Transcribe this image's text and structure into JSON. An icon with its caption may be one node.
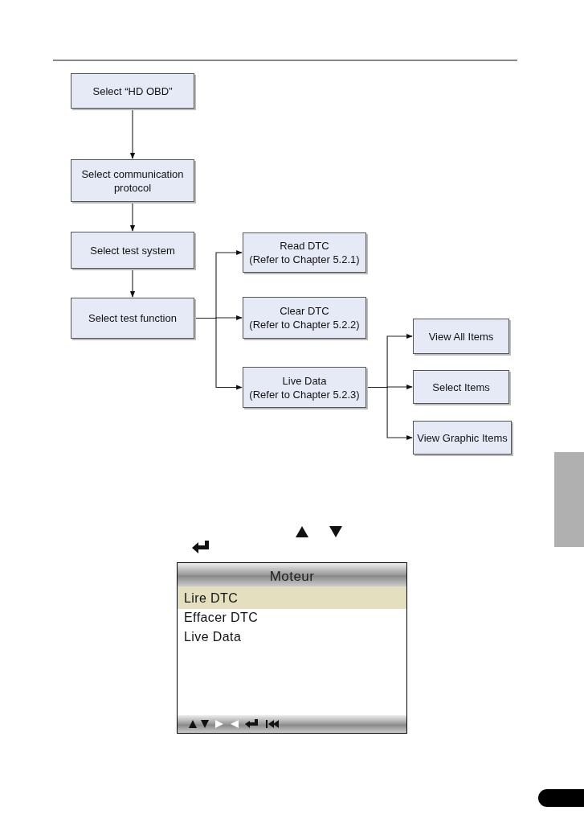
{
  "diagram": {
    "nodes": [
      {
        "text": [
          "Select “HD OBD”"
        ]
      },
      {
        "text": [
          "Select communication protocol"
        ]
      },
      {
        "text": [
          "Select test system"
        ]
      },
      {
        "text": [
          "Select test function"
        ]
      },
      {
        "text": [
          "Read DTC",
          "(Refer to Chapter 5.2.1)"
        ]
      },
      {
        "text": [
          "Clear DTC",
          "(Refer to Chapter 5.2.2)"
        ]
      },
      {
        "text": [
          "Live Data",
          "(Refer to Chapter 5.2.3)"
        ]
      },
      {
        "text": [
          "View All Items"
        ]
      },
      {
        "text": [
          "Select Items"
        ]
      },
      {
        "text": [
          "View Graphic Items"
        ]
      }
    ],
    "edges": [
      {
        "from": 0,
        "to": 1,
        "arrow": "to"
      },
      {
        "from": 1,
        "to": 2,
        "arrow": "to"
      },
      {
        "from": 2,
        "to": 3,
        "arrow": "to"
      },
      {
        "from": 3,
        "to": 4,
        "arrow": "to"
      },
      {
        "from": 3,
        "to": 5,
        "arrow": "to"
      },
      {
        "from": 3,
        "to": 6,
        "arrow": "to"
      },
      {
        "from": 6,
        "to": 7,
        "arrow": "to"
      },
      {
        "from": 6,
        "to": 8,
        "arrow": "to"
      },
      {
        "from": 6,
        "to": 9,
        "arrow": "to"
      }
    ],
    "labels": [
      "Moteur",
      "Lire DTC",
      "Effacer DTC",
      "Live Data"
    ]
  }
}
